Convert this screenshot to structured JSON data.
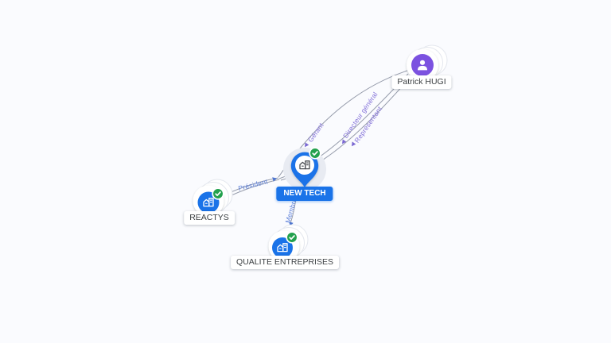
{
  "graph": {
    "nodes": {
      "new_tech": {
        "label": "NEW TECH",
        "type": "company",
        "selected": true,
        "verified": true
      },
      "patrick_hugi": {
        "label": "Patrick HUGI",
        "type": "person",
        "selected": false,
        "verified": false
      },
      "reactys": {
        "label": "REACTYS",
        "type": "company",
        "selected": false,
        "verified": true
      },
      "qualite_entreprises": {
        "label": "QUALITE ENTREPRISES",
        "type": "company",
        "selected": false,
        "verified": true
      }
    },
    "edges": {
      "president": {
        "label": "Président",
        "from": "reactys",
        "to": "new_tech"
      },
      "membre": {
        "label": "Membre",
        "from": "new_tech",
        "to": "qualite_entreprises"
      },
      "gerant": {
        "label": "Gérant",
        "from": "patrick_hugi",
        "to": "new_tech"
      },
      "directeur_general": {
        "label": "Directeur général",
        "from": "patrick_hugi",
        "to": "new_tech"
      },
      "representant": {
        "label": "Représentant",
        "from": "patrick_hugi",
        "to": "new_tech"
      }
    },
    "colors": {
      "background": "#fafbfe",
      "company_blue": "#1a73e8",
      "person_purple": "#7c52e0",
      "verified_green": "#23a14d",
      "edge_line": "#848b9c",
      "edge_label_blue": "#5c7fd9",
      "edge_label_purple": "#8270d8",
      "selected_label_bg": "#1a73e8",
      "label_text": "#3c4043"
    }
  }
}
